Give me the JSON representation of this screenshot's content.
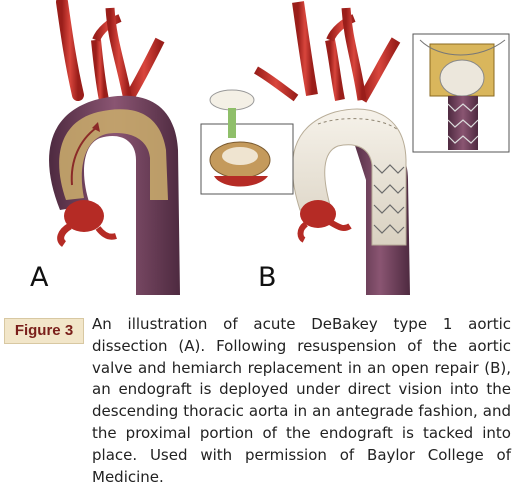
{
  "figure": {
    "panel_a_label": "A",
    "panel_b_label": "B",
    "badge": "Figure 3",
    "caption": "An illustration of acute DeBakey type 1 aortic dissection (A). Following resuspension of the aortic valve and hemiarch replacement in an open repair (B), an endograft is deployed under direct vision into the descending thoracic aorta in an antegrade fashion, and the proximal portion of the endograft is tacked into place. Used with permission of Baylor College of Medicine."
  },
  "colors": {
    "artery_red": "#c0302a",
    "aorta_purple": "#6f3f5a",
    "dissection_tan": "#c7a96b",
    "graft_white": "#ece7dc",
    "badge_bg": "#f2e6c9",
    "badge_text": "#7a1f1a"
  }
}
